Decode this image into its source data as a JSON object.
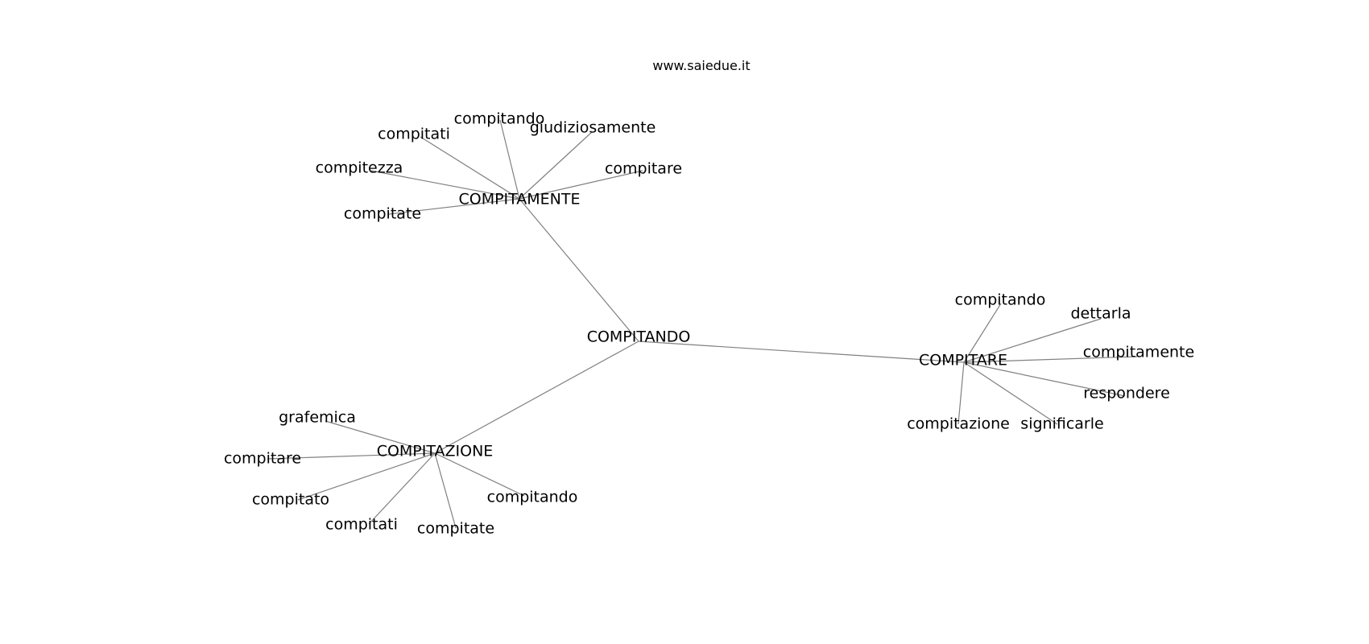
{
  "watermark": "www.saiedue.it",
  "graph": {
    "center": "COMPITANDO",
    "hubs": [
      {
        "label": "COMPITAMENTE",
        "leaves": [
          "compitati",
          "compitando",
          "giudiziosamente",
          "compitare",
          "compitezza",
          "compitate"
        ]
      },
      {
        "label": "COMPITARE",
        "leaves": [
          "compitando",
          "dettarla",
          "compitamente",
          "respondere",
          "significarle",
          "compitazione"
        ]
      },
      {
        "label": "COMPITAZIONE",
        "leaves": [
          "grafemica",
          "compitare",
          "compitato",
          "compitati",
          "compitate",
          "compitando"
        ]
      }
    ]
  }
}
